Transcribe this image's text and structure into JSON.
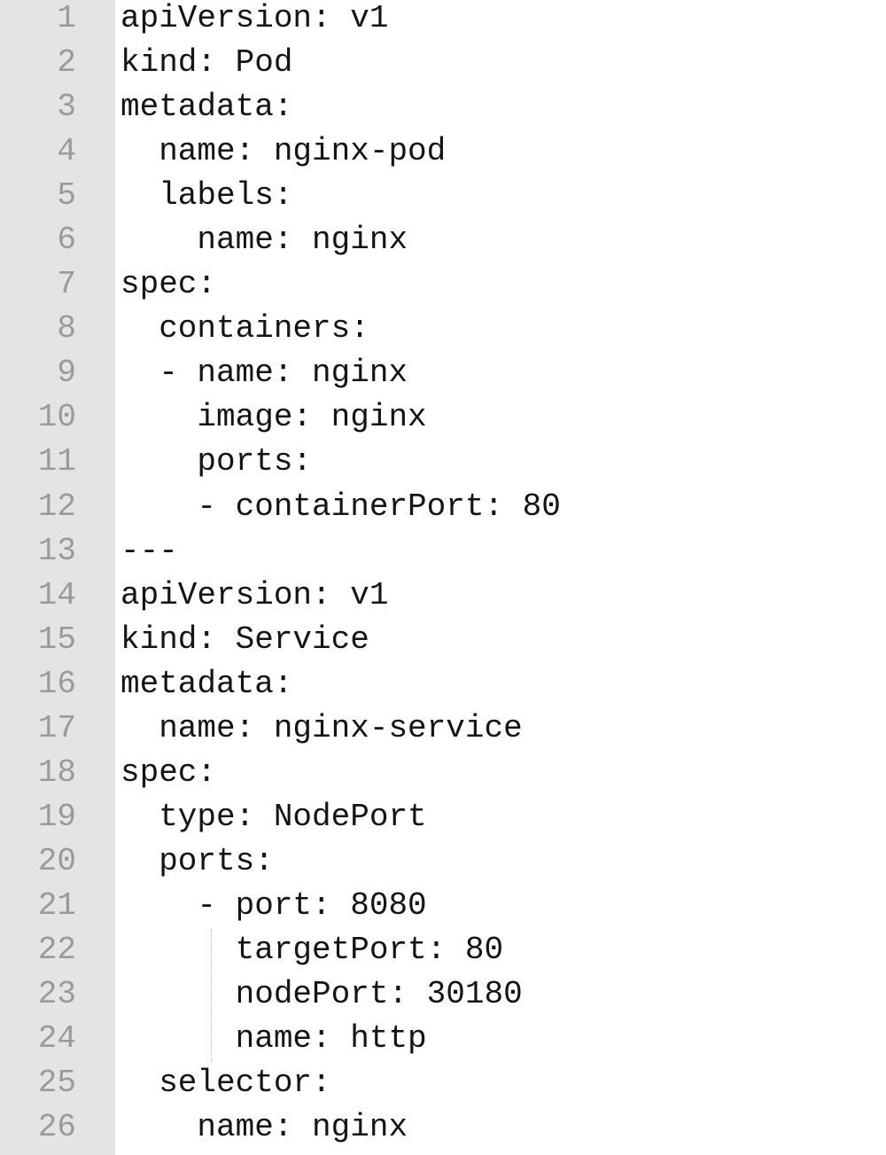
{
  "editor": {
    "lines": [
      {
        "number": "1",
        "text": "apiVersion: v1"
      },
      {
        "number": "2",
        "text": "kind: Pod"
      },
      {
        "number": "3",
        "text": "metadata:"
      },
      {
        "number": "4",
        "text": "  name: nginx-pod"
      },
      {
        "number": "5",
        "text": "  labels:"
      },
      {
        "number": "6",
        "text": "    name: nginx"
      },
      {
        "number": "7",
        "text": "spec:"
      },
      {
        "number": "8",
        "text": "  containers:"
      },
      {
        "number": "9",
        "text": "  - name: nginx"
      },
      {
        "number": "10",
        "text": "    image: nginx"
      },
      {
        "number": "11",
        "text": "    ports:"
      },
      {
        "number": "12",
        "text": "    - containerPort: 80"
      },
      {
        "number": "13",
        "text": "---"
      },
      {
        "number": "14",
        "text": "apiVersion: v1"
      },
      {
        "number": "15",
        "text": "kind: Service"
      },
      {
        "number": "16",
        "text": "metadata:"
      },
      {
        "number": "17",
        "text": "  name: nginx-service"
      },
      {
        "number": "18",
        "text": "spec:"
      },
      {
        "number": "19",
        "text": "  type: NodePort"
      },
      {
        "number": "20",
        "text": "  ports:"
      },
      {
        "number": "21",
        "text": "    - port: 8080"
      },
      {
        "number": "22",
        "text": "      targetPort: 80"
      },
      {
        "number": "23",
        "text": "      nodePort: 30180"
      },
      {
        "number": "24",
        "text": "      name: http"
      },
      {
        "number": "25",
        "text": "  selector:"
      },
      {
        "number": "26",
        "text": "    name: nginx"
      }
    ]
  }
}
